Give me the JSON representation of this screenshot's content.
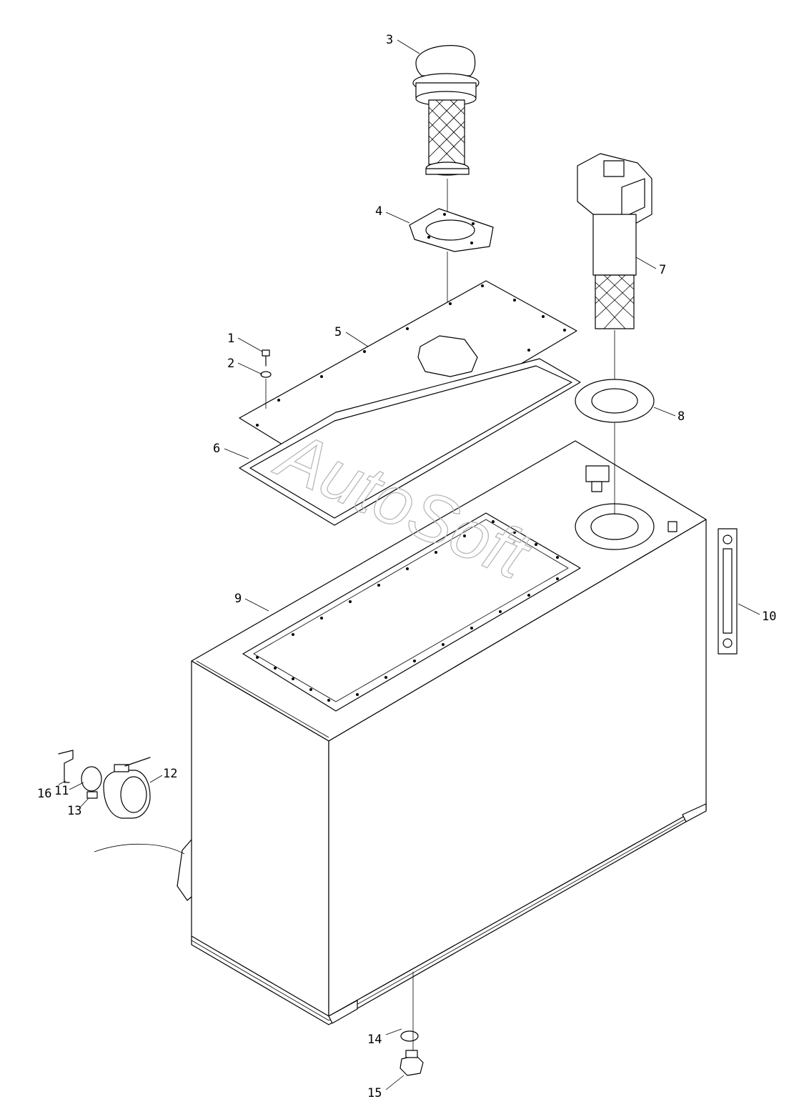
{
  "watermark": {
    "text": "AutoSoft",
    "stroke_color": "#b8b8b8"
  },
  "line_color": "#000000",
  "background": "#ffffff",
  "callouts": [
    {
      "id": "1",
      "label": "1"
    },
    {
      "id": "2",
      "label": "2"
    },
    {
      "id": "3",
      "label": "3"
    },
    {
      "id": "4",
      "label": "4"
    },
    {
      "id": "5",
      "label": "5"
    },
    {
      "id": "6",
      "label": "6"
    },
    {
      "id": "7",
      "label": "7"
    },
    {
      "id": "8",
      "label": "8"
    },
    {
      "id": "9",
      "label": "9"
    },
    {
      "id": "10",
      "label": "10"
    },
    {
      "id": "11",
      "label": "11"
    },
    {
      "id": "12",
      "label": "12"
    },
    {
      "id": "13",
      "label": "13"
    },
    {
      "id": "14",
      "label": "14"
    },
    {
      "id": "15",
      "label": "15"
    },
    {
      "id": "16",
      "label": "16"
    }
  ]
}
